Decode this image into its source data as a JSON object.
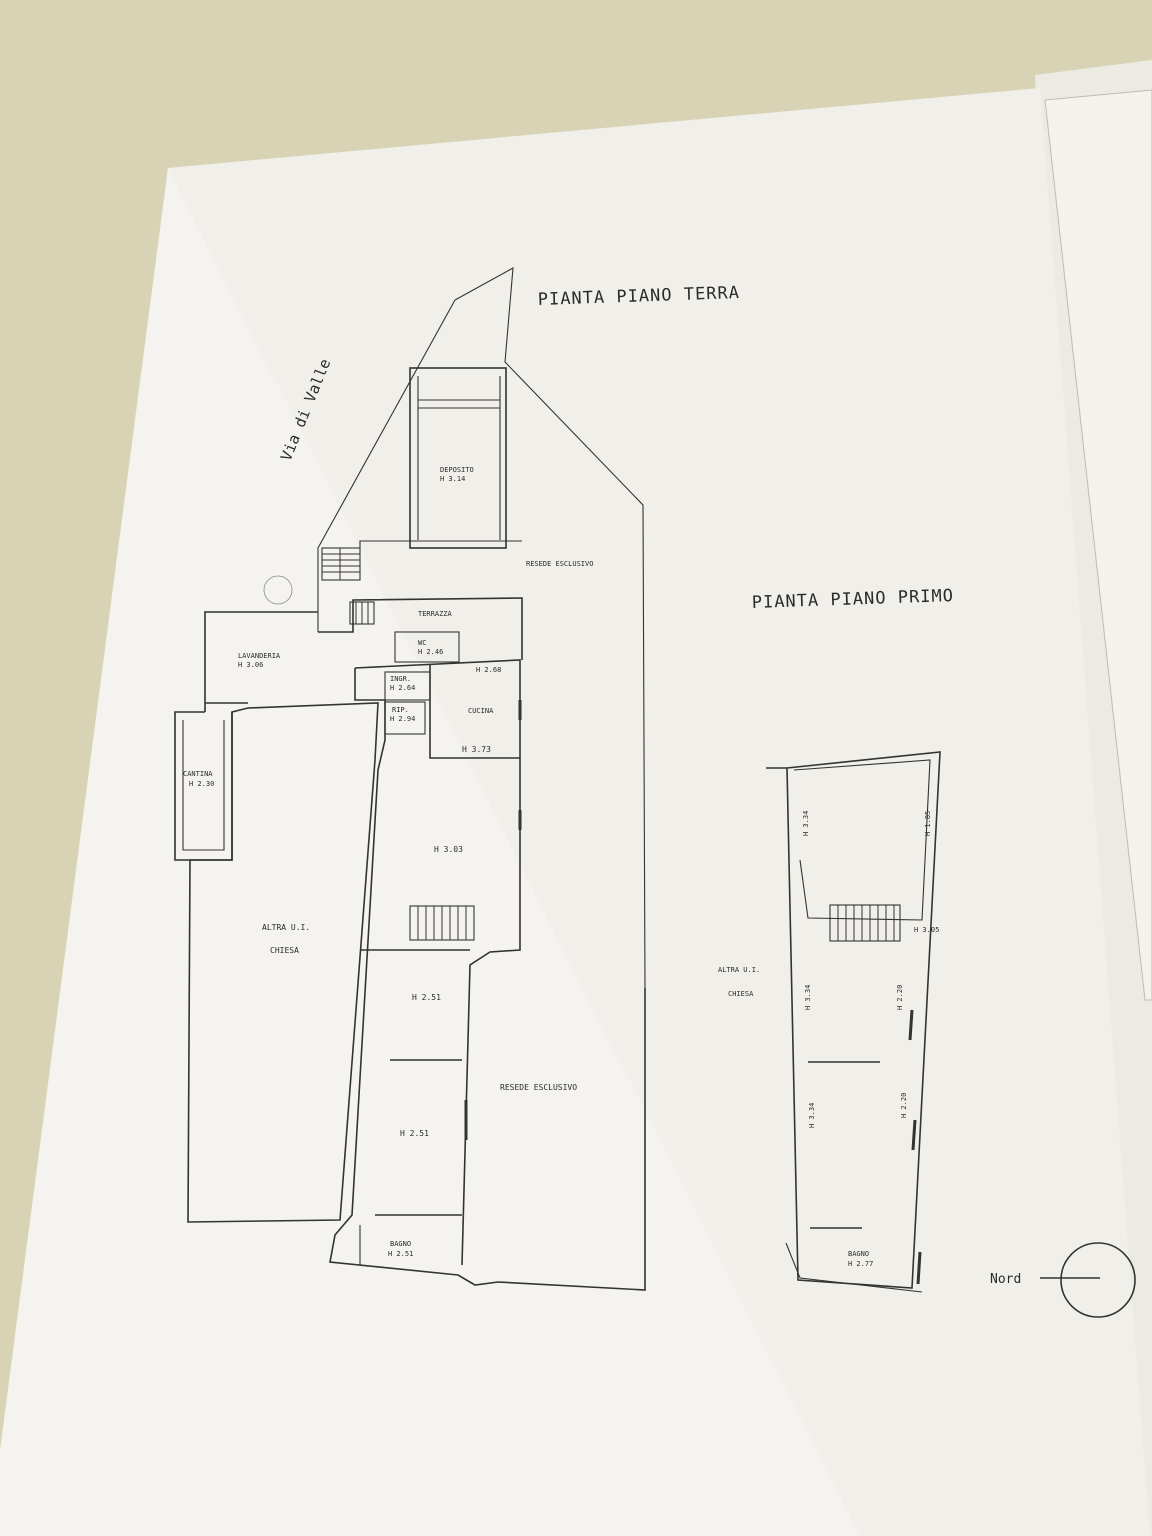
{
  "titles": {
    "ground_floor": "PIANTA PIANO TERRA",
    "first_floor": "PIANTA PIANO PRIMO"
  },
  "street": "Via di Valle",
  "north_label": "Nord",
  "ground": {
    "deposito": "DEPOSITO",
    "deposito_h": "H 3.14",
    "resede_top": "RESEDE ESCLUSIVO",
    "terrazza": "TERRAZZA",
    "wc": "WC",
    "wc_h": "H 2.46",
    "lavanderia": "LAVANDERIA",
    "lavanderia_h": "H 3.06",
    "ingr": "INGR.",
    "ingr_h": "H 2.64",
    "h_268": "H 2.68",
    "cucina": "CUCINA",
    "rip": "RIP.",
    "rip_h": "H 2.94",
    "h_373": "H 3.73",
    "cantina": "CANTINA",
    "cantina_h": "H 2.30",
    "h_303": "H 3.03",
    "altra_ui": "ALTRA U.I.",
    "chiesa": "CHIESA",
    "h_251_a": "H 2.51",
    "resede_bottom": "RESEDE ESCLUSIVO",
    "h_251_b": "H 2.51",
    "bagno": "BAGNO",
    "bagno_h": "H 2.51"
  },
  "first": {
    "h_334_a": "H 3.34",
    "h_185": "H 1.85",
    "h_305": "H 3.05",
    "altra_ui": "ALTRA U.I.",
    "chiesa": "CHIESA",
    "h_334_b": "H 3.34",
    "h_220_a": "H 2.20",
    "h_334_c": "H 3.34",
    "h_220_b": "H 2.20",
    "bagno": "BAGNO",
    "bagno_h": "H 2.77"
  }
}
